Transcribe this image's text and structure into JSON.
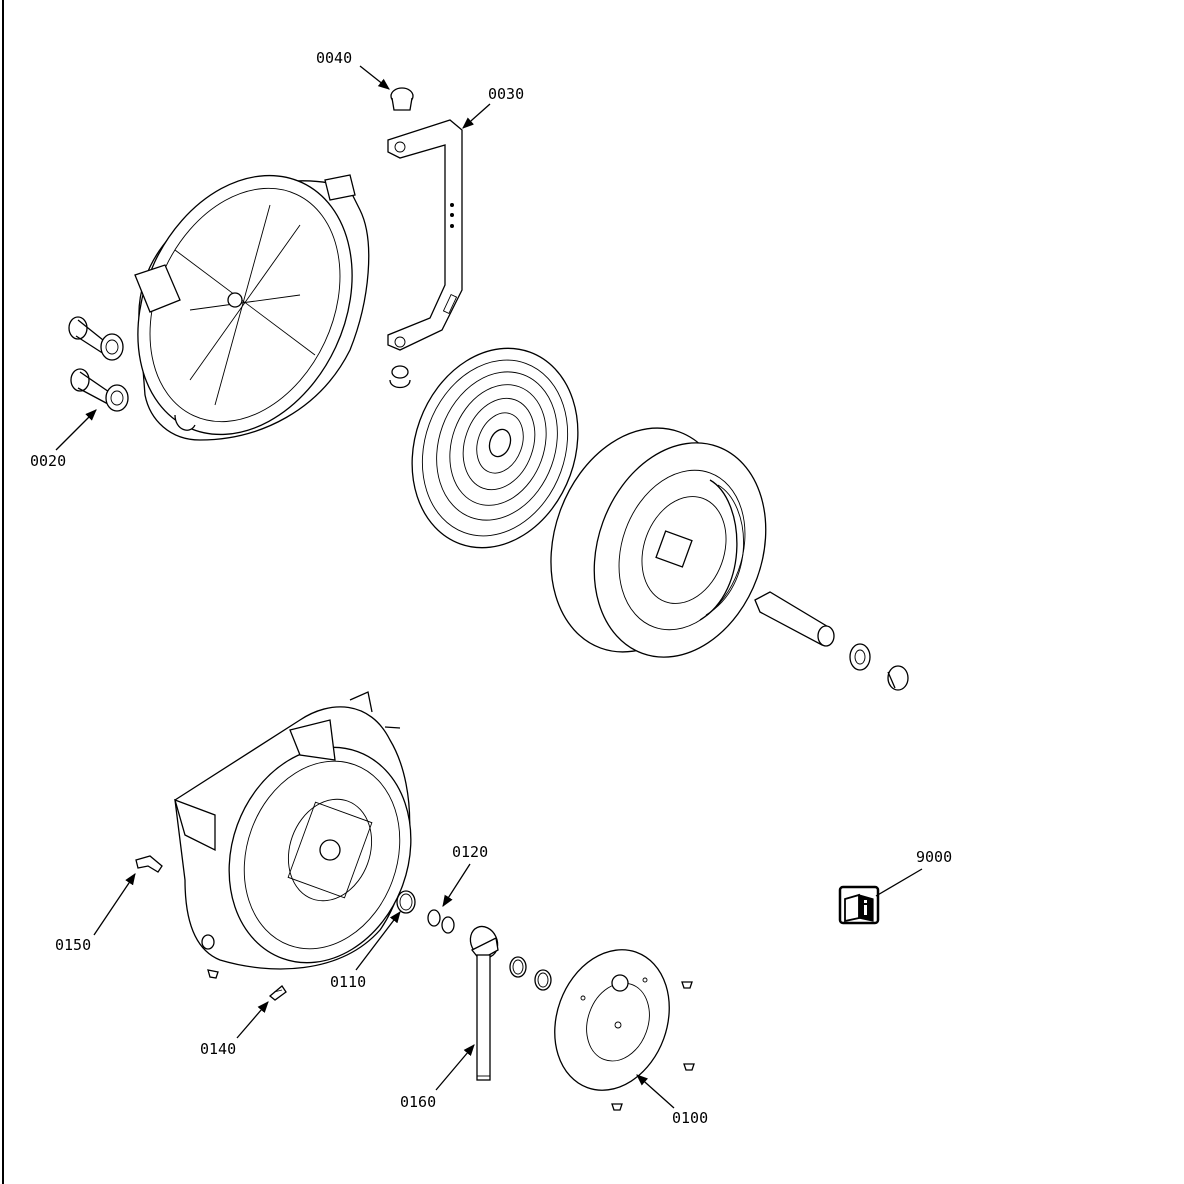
{
  "callouts": {
    "c0020": "0020",
    "c0030": "0030",
    "c0040": "0040",
    "c0100": "0100",
    "c0110": "0110",
    "c0120": "0120",
    "c0140": "0140",
    "c0150": "0150",
    "c0160": "0160",
    "c9000": "9000"
  },
  "icons": {
    "manual": "manual-book-info-icon"
  },
  "colors": {
    "line": "#000000",
    "background": "#ffffff"
  }
}
